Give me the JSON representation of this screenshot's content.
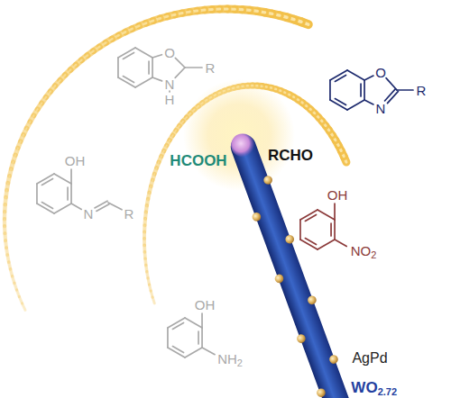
{
  "diagram": {
    "labels": [
      "O",
      "N",
      "R",
      "O",
      "N",
      "H",
      "R",
      "OH",
      "N",
      "R",
      "HCOOH",
      "RCHO",
      "OH",
      "NO",
      "2",
      "OH",
      "NH",
      "2",
      "AgPd",
      "WO",
      "2.72"
    ]
  }
}
